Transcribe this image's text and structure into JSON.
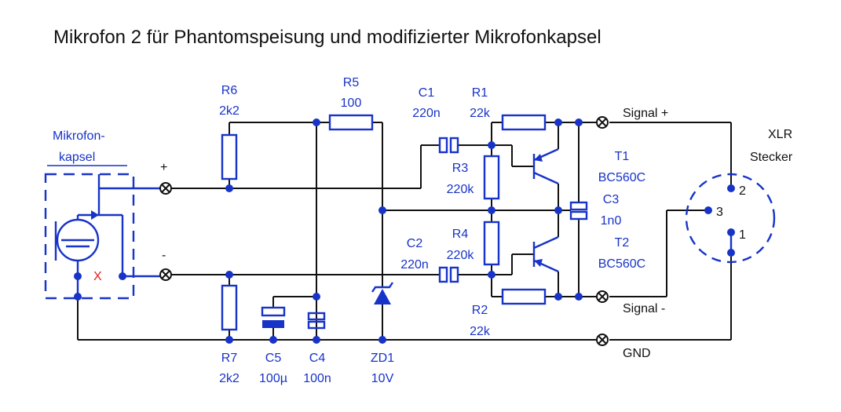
{
  "title": "Mikrofon 2 für Phantomspeisung und modifizierter Mikrofonkapsel",
  "capsule": {
    "line1": "Mikrofon-",
    "line2": "kapsel",
    "plus": "+",
    "minus": "-",
    "x_mark": "X"
  },
  "components": {
    "R6": {
      "name": "R6",
      "value": "2k2"
    },
    "R5": {
      "name": "R5",
      "value": "100"
    },
    "R7": {
      "name": "R7",
      "value": "2k2"
    },
    "C1": {
      "name": "C1",
      "value": "220n"
    },
    "C2": {
      "name": "C2",
      "value": "220n"
    },
    "R1": {
      "name": "R1",
      "value": "22k"
    },
    "R2": {
      "name": "R2",
      "value": "22k"
    },
    "R3": {
      "name": "R3",
      "value": "220k"
    },
    "R4": {
      "name": "R4",
      "value": "220k"
    },
    "C3": {
      "name": "C3",
      "value": "1n0"
    },
    "C4": {
      "name": "C4",
      "value": "100n"
    },
    "C5": {
      "name": "C5",
      "value": "100µ"
    },
    "T1": {
      "name": "T1",
      "value": "BC560C"
    },
    "T2": {
      "name": "T2",
      "value": "BC560C"
    },
    "ZD1": {
      "name": "ZD1",
      "value": "10V"
    }
  },
  "signals": {
    "plus": "Signal +",
    "minus": "Signal -",
    "gnd": "GND"
  },
  "xlr": {
    "line1": "XLR",
    "line2": "Stecker",
    "pin1": "1",
    "pin2": "2",
    "pin3": "3"
  },
  "colors": {
    "component": "#1733c8",
    "wire": "#111111",
    "mark": "#e02020"
  }
}
